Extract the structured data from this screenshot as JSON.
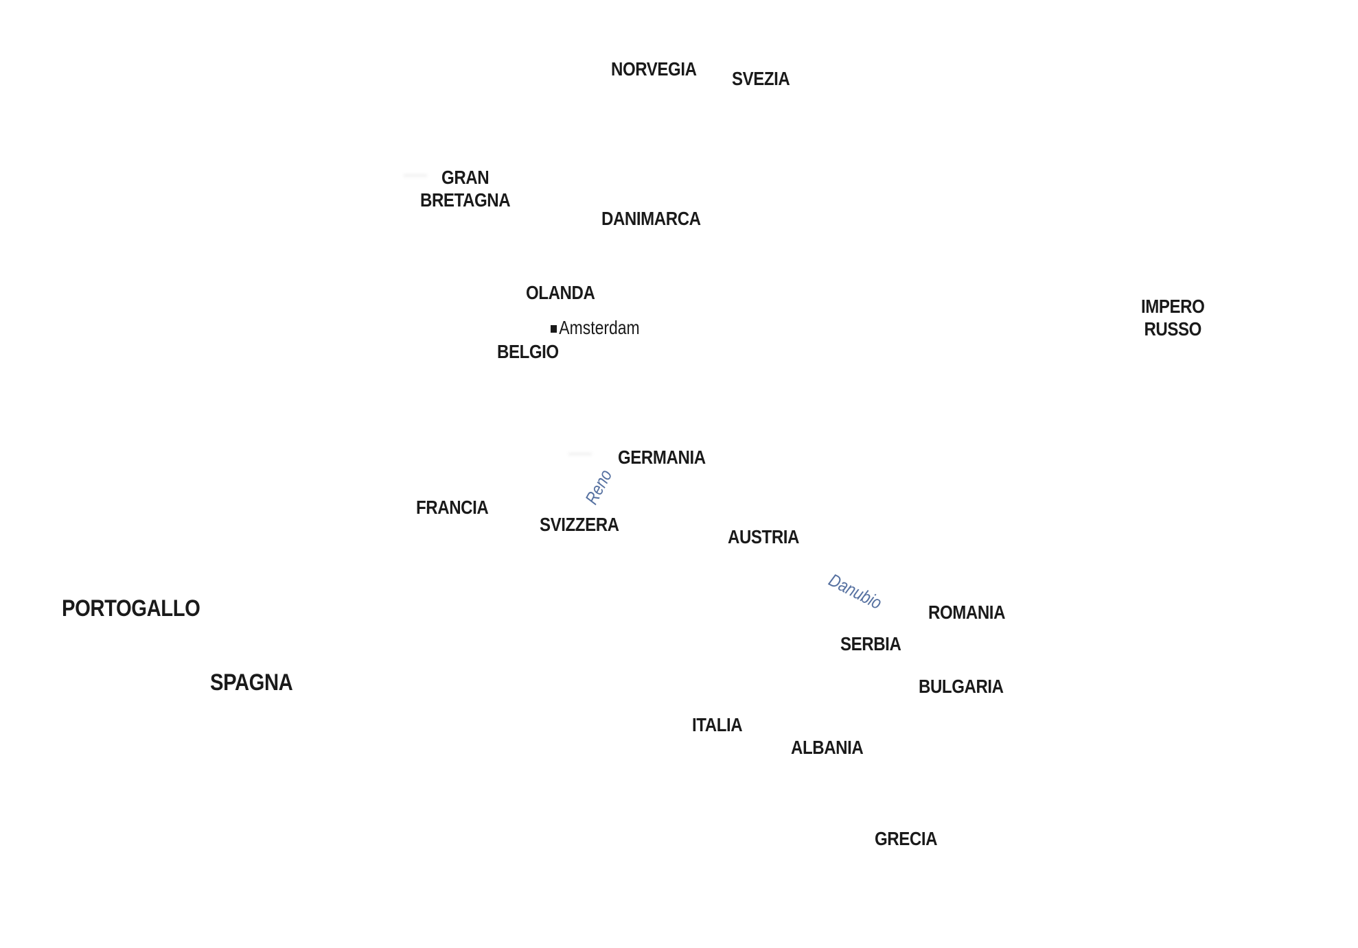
{
  "map": {
    "countries": {
      "norvegia": "NORVEGIA",
      "svezia": "SVEZIA",
      "gran_bretagna": "GRAN\nBRETAGNA",
      "danimarca": "DANIMARCA",
      "olanda": "OLANDA",
      "belgio": "BELGIO",
      "impero_russo": "IMPERO\nRUSSO",
      "germania": "GERMANIA",
      "francia": "FRANCIA",
      "svizzera": "SVIZZERA",
      "austria": "AUSTRIA",
      "portogallo": "PORTOGALLO",
      "spagna": "SPAGNA",
      "romania": "ROMANIA",
      "serbia": "SERBIA",
      "bulgaria": "BULGARIA",
      "italia": "ITALIA",
      "albania": "ALBANIA",
      "grecia": "GRECIA"
    },
    "cities": {
      "amsterdam": "Amsterdam"
    },
    "rivers": {
      "reno": "Reno",
      "danubio": "Danubio"
    },
    "colors": {
      "label": "#1a1a1a",
      "river": "#5570a0",
      "background": "#ffffff"
    }
  }
}
